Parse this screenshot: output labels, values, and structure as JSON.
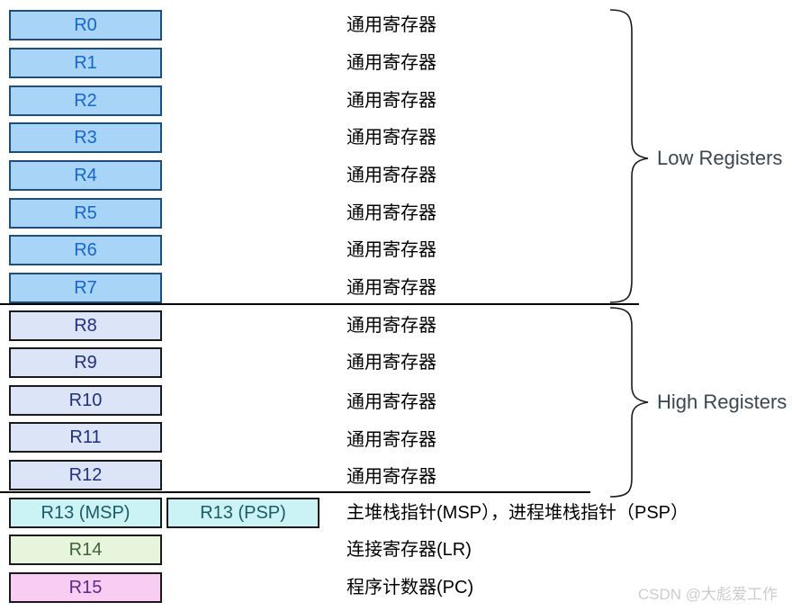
{
  "rows": [
    {
      "label": "R0",
      "desc": "通用寄存器",
      "group": "low"
    },
    {
      "label": "R1",
      "desc": "通用寄存器",
      "group": "low"
    },
    {
      "label": "R2",
      "desc": "通用寄存器",
      "group": "low"
    },
    {
      "label": "R3",
      "desc": "通用寄存器",
      "group": "low"
    },
    {
      "label": "R4",
      "desc": "通用寄存器",
      "group": "low"
    },
    {
      "label": "R5",
      "desc": "通用寄存器",
      "group": "low"
    },
    {
      "label": "R6",
      "desc": "通用寄存器",
      "group": "low"
    },
    {
      "label": "R7",
      "desc": "通用寄存器",
      "group": "low"
    },
    {
      "label": "R8",
      "desc": "通用寄存器",
      "group": "high"
    },
    {
      "label": "R9",
      "desc": "通用寄存器",
      "group": "high"
    },
    {
      "label": "R10",
      "desc": "通用寄存器",
      "group": "high"
    },
    {
      "label": "R11",
      "desc": "通用寄存器",
      "group": "high"
    },
    {
      "label": "R12",
      "desc": "通用寄存器",
      "group": "high"
    },
    {
      "label": "R13 (MSP)",
      "label2": "R13 (PSP)",
      "desc": "主堆栈指针(MSP），进程堆栈指针（PSP）",
      "group": "special"
    },
    {
      "label": "R14",
      "desc": "连接寄存器(LR)",
      "group": "special"
    },
    {
      "label": "R15",
      "desc": "程序计数器(PC)",
      "group": "special"
    }
  ],
  "braces": {
    "low_label": "Low Registers",
    "high_label": "High Registers"
  },
  "watermark": "CSDN @大彪爱工作",
  "colors": {
    "low_fill": "#A8D4F8",
    "low_border": "#1F4E79",
    "low_text": "#1766C8",
    "high_fill": "#DCE4F8",
    "high_border": "#1A1A1A",
    "high_text": "#23307A",
    "msp_psp_fill": "#CBF3F5",
    "msp_psp_text": "#1A5B66",
    "lr_fill": "#E7F5DC",
    "lr_text": "#426336",
    "pc_fill": "#F9CDF3",
    "pc_text": "#5B2C83",
    "desc_text": "#000000",
    "brace_label_text": "#3A4750",
    "watermark_text": "#CCCCCC"
  }
}
